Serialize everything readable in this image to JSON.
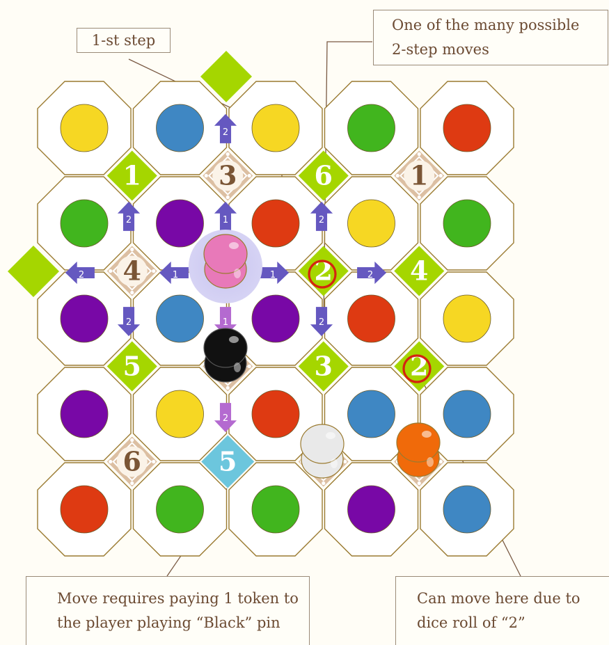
{
  "board": {
    "grid": [
      [
        "yellow",
        "blue",
        "yellow",
        "green",
        "red"
      ],
      [
        "green",
        "purple",
        "red",
        "yellow",
        "green"
      ],
      [
        "purple",
        "blue",
        "purple",
        "red",
        "yellow"
      ],
      [
        "purple",
        "yellow",
        "red",
        "blue",
        "blue"
      ],
      [
        "red",
        "green",
        "green",
        "purple",
        "blue"
      ]
    ],
    "colors": {
      "yellow": "#f6d723",
      "blue": "#3f87c3",
      "green": "#41b51e",
      "red": "#de3a12",
      "purple": "#7808a6",
      "lime": "#a5d600",
      "tan": "#dcbfa2",
      "cyan": "#6cc6dd",
      "arrow": "#6558c0",
      "arrow_light": "#b46ad0",
      "highlight": "#d42410",
      "tile_border": "#9a7a30"
    },
    "junctions": [
      {
        "label": "1",
        "style": "lime"
      },
      {
        "label": "3",
        "style": "tan"
      },
      {
        "label": "6",
        "style": "lime"
      },
      {
        "label": "1",
        "style": "tan"
      },
      {
        "label": "4",
        "style": "tan"
      },
      {
        "label": "",
        "style": "tan"
      },
      {
        "label": "2",
        "style": "lime"
      },
      {
        "label": "4",
        "style": "lime"
      },
      {
        "label": "5",
        "style": "lime"
      },
      {
        "label": "",
        "style": "tan"
      },
      {
        "label": "3",
        "style": "lime"
      },
      {
        "label": "2",
        "style": "lime"
      },
      {
        "label": "6",
        "style": "tan"
      },
      {
        "label": "5",
        "style": "cyan"
      },
      {
        "label": "",
        "style": "tan"
      },
      {
        "label": "",
        "style": "tan"
      }
    ],
    "edge_diamonds": [
      {
        "label": "",
        "style": "lime"
      },
      {
        "label": "",
        "style": "lime"
      }
    ],
    "arrows": [
      {
        "label": "2",
        "dir": "up"
      },
      {
        "label": "2",
        "dir": "up"
      },
      {
        "label": "1",
        "dir": "up"
      },
      {
        "label": "2",
        "dir": "up"
      },
      {
        "label": "2",
        "dir": "left"
      },
      {
        "label": "1",
        "dir": "left"
      },
      {
        "label": "1",
        "dir": "right"
      },
      {
        "label": "2",
        "dir": "right"
      },
      {
        "label": "2",
        "dir": "down"
      },
      {
        "label": "1",
        "dir": "down"
      },
      {
        "label": "2",
        "dir": "down"
      },
      {
        "label": "2",
        "dir": "down"
      }
    ],
    "pins": [
      {
        "name": "pink",
        "color": "#e879b9"
      },
      {
        "name": "black",
        "color": "#111111"
      },
      {
        "name": "white",
        "color": "#e9e9e9"
      },
      {
        "name": "orange",
        "color": "#f06a0a"
      }
    ]
  },
  "callouts": {
    "first_step": "1-st step",
    "two_step_line1": "One of the many possible",
    "two_step_line2": "2-step moves",
    "token_line1": "Move requires paying 1 token to",
    "token_line2": "the player playing “Black” pin",
    "dice_line1": "Can move here due to",
    "dice_line2": "dice roll of “2”"
  }
}
